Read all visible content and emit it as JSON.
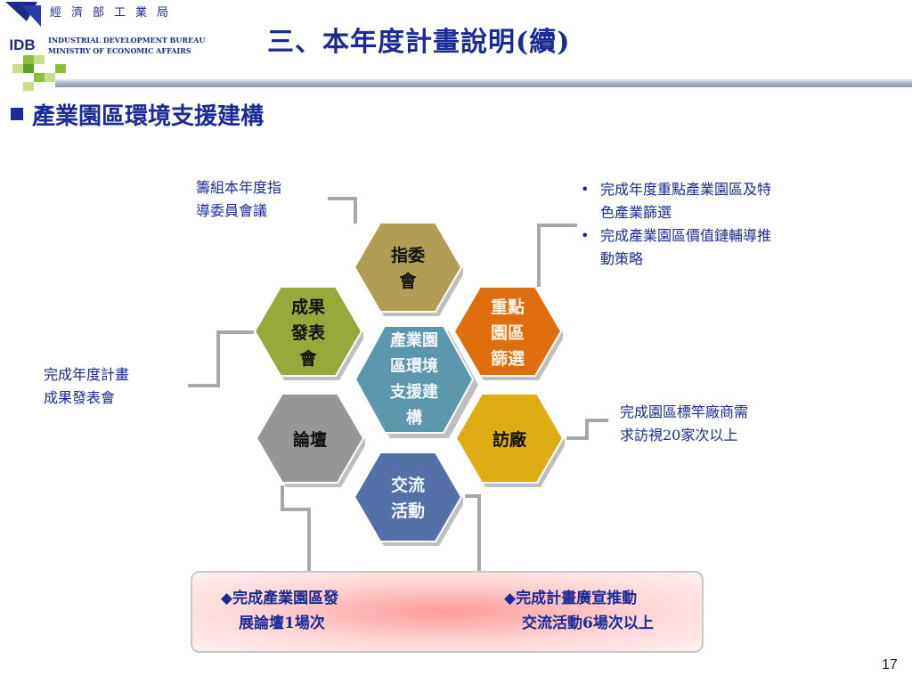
{
  "header": {
    "logo_text": "IDB",
    "org_cn": "經濟部工業局",
    "org_en_line1": "INDUSTRIAL DEVELOPMENT BUREAU",
    "org_en_line2": "MINISTRY OF ECONOMIC AFFAIRS",
    "title": "三、本年度計畫說明(續)"
  },
  "section": {
    "heading": "產業園區環境支援建構"
  },
  "hexagons": {
    "center": {
      "line1": "產業園",
      "line2": "區環境",
      "line3": "支援建",
      "line4": "構",
      "color": "#5b98ac"
    },
    "committee": {
      "line1": "指委",
      "line2": "會",
      "color": "#b19e55"
    },
    "screening": {
      "line1": "重點",
      "line2": "園區",
      "line3": "篩選",
      "color": "#df6e0f"
    },
    "results": {
      "line1": "成果",
      "line2": "發表",
      "line3": "會",
      "color": "#99a83a"
    },
    "forum": {
      "line1": "論壇",
      "color": "#969696"
    },
    "visits": {
      "line1": "訪廠",
      "color": "#e0ac14"
    },
    "exchange": {
      "line1": "交流",
      "line2": "活動",
      "color": "#556fa9"
    }
  },
  "annotations": {
    "committee": {
      "line1": "籌組本年度指",
      "line2": "導委員會議"
    },
    "screening": {
      "bullet": "•",
      "item1_line1": "完成年度重點產業園區及特",
      "item1_line2": "色產業篩選",
      "item2_line1": "完成產業園區價值鏈輔導推",
      "item2_line2": "動策略"
    },
    "results": {
      "line1": "完成年度計畫",
      "line2": "成果發表會"
    },
    "visits": {
      "line1": "完成園區標竿廠商需",
      "line2": "求訪視20家次以上"
    }
  },
  "bottom_box": {
    "forum": {
      "line1": "◆完成產業園區發",
      "line2": "展論壇1場次"
    },
    "promo": {
      "line1": "◆完成計畫廣宣推動",
      "line2": "交流活動6場次以上"
    }
  },
  "footer": {
    "page_number": "17"
  }
}
